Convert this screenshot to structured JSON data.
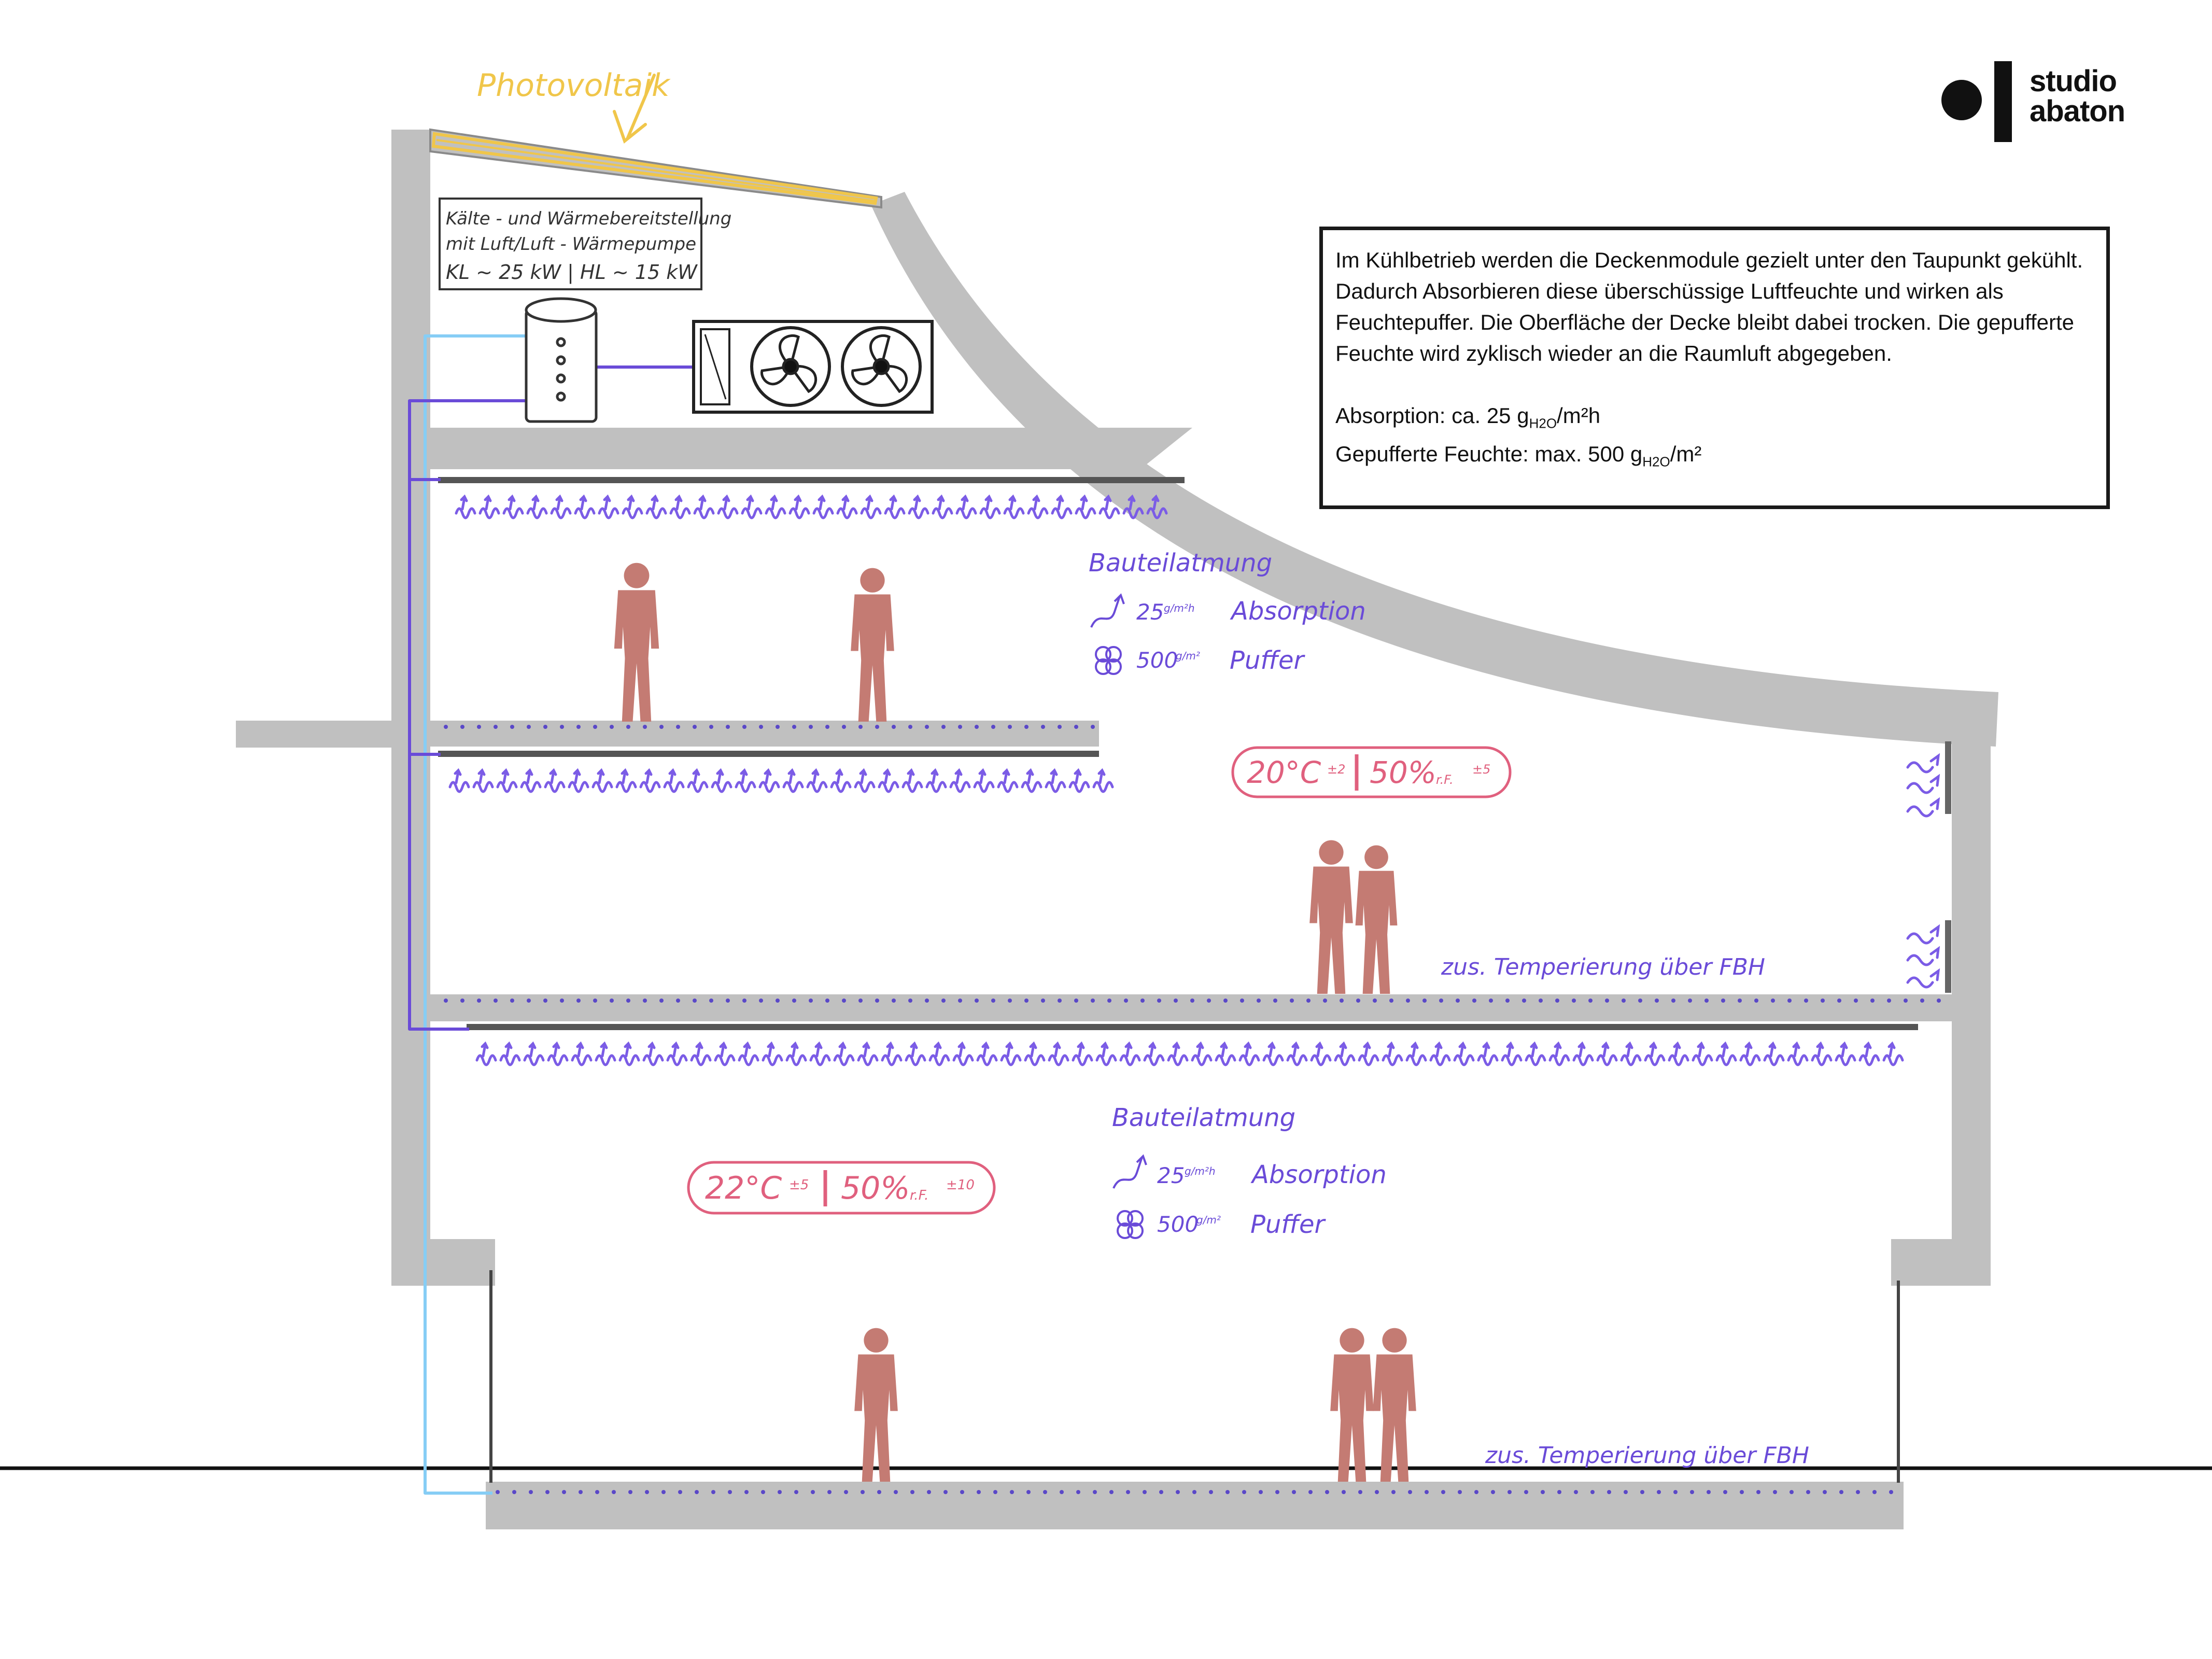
{
  "logo": {
    "line1": "studio",
    "line2": "abaton"
  },
  "info": {
    "paragraph": "Im Kühlbetrieb werden die Deckenmodule gezielt unter den Taupunkt gekühlt. Dadurch Absorbieren diese überschüssige Luftfeuchte und wirken als Feuchtepuffer. Die Oberfläche der Decke bleibt dabei trocken. Die gepufferte Feuchte wird zyklisch wieder an die Raumluft abgegeben.",
    "absorption_prefix": "Absorption: ca. 25 g",
    "absorption_sub": "H2O",
    "absorption_suffix": "/m²h",
    "buffer_prefix": "Gepufferte Feuchte: max. 500 g",
    "buffer_sub": "H2O",
    "buffer_suffix": "/m²"
  },
  "labels": {
    "photovoltaik": "Photovoltaik",
    "hp_line1": "Kälte - und Wärmebereitstellung",
    "hp_line2": "mit Luft/Luft - Wärmepumpe",
    "hp_line3": "KL ~ 25 kW | HL ~ 15 kW"
  },
  "upper": {
    "title": "Bauteilatmung",
    "absorption_value": "25",
    "absorption_unit": "g/m²h",
    "absorption_label": "Absorption",
    "buffer_value": "500",
    "buffer_unit": "g/m²",
    "buffer_label": "Puffer",
    "climate_temp": "20°C",
    "climate_temp_tol": "±2",
    "climate_rh": "50%",
    "climate_rh_unit": "r.F.",
    "climate_rh_tol": "±5",
    "fbh": "zus. Temperierung über FBH"
  },
  "lower": {
    "title": "Bauteilatmung",
    "absorption_value": "25",
    "absorption_unit": "g/m²h",
    "absorption_label": "Absorption",
    "buffer_value": "500",
    "buffer_unit": "g/m²",
    "buffer_label": "Puffer",
    "climate_temp": "22°C",
    "climate_temp_tol": "±5",
    "climate_rh": "50%",
    "climate_rh_unit": "r.F.",
    "climate_rh_tol": "±10",
    "fbh": "zus. Temperierung über FBH"
  },
  "colors": {
    "structure": "#c0c0c0",
    "purple": "#7b5ce6",
    "pipe_blue": "#86cdf5",
    "person": "#c47b73",
    "climate_pink": "#e0607e",
    "photovoltaic": "#f0c64a"
  }
}
